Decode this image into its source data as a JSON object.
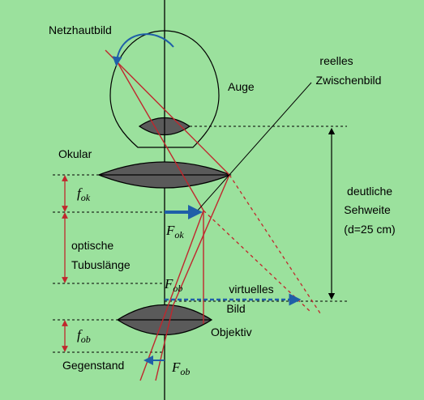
{
  "labels": {
    "retina_image": "Netzhautbild",
    "eye": "Auge",
    "real_intermediate_image": [
      "reelles",
      "Zwischenbild"
    ],
    "eyepiece": "Okular",
    "near_point_distance": [
      "deutliche",
      "Sehweite",
      "(d=25 cm)"
    ],
    "optical_tube_length": [
      "optische",
      "Tubuslänge"
    ],
    "virtual_image": [
      "virtuelles",
      "Bild"
    ],
    "objective": "Objektiv",
    "object": "Gegenstand"
  },
  "symbols": {
    "f_ok": {
      "base": "f",
      "sub": "ok"
    },
    "F_ok": {
      "base": "F",
      "sub": "ok"
    },
    "F_ob_upper": {
      "base": "F",
      "sub": "ob"
    },
    "f_ob": {
      "base": "f",
      "sub": "ob"
    },
    "F_ob_lower": {
      "base": "F",
      "sub": "ob"
    }
  },
  "colors": {
    "background": "#9be19d",
    "lens_fill": "#5a5a5a",
    "ray": "#c0272d",
    "marker": "#c0272d",
    "arrow": "#1f5fa8",
    "line": "#000000"
  }
}
